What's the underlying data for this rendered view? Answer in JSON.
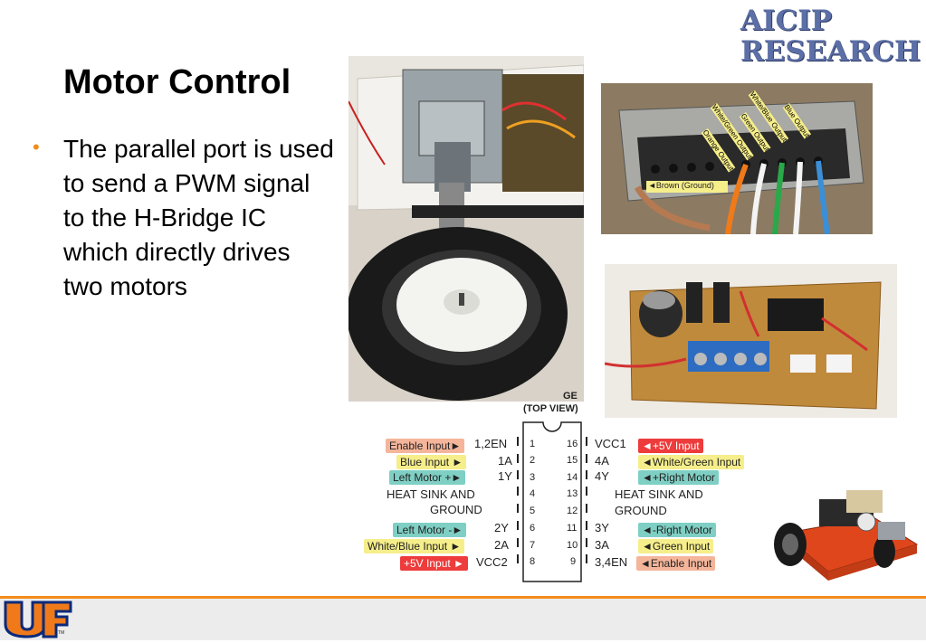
{
  "logo": {
    "line1": "AICIP",
    "line2": "RESEARCH"
  },
  "slide": {
    "title": "Motor Control",
    "bullet": "The parallel port is used to send a PWM signal to the H-Bridge IC which directly drives two motors"
  },
  "connector_labels": {
    "brown": "◄Brown (Ground)",
    "orange": "Orange Output",
    "white_green": "White/Green Output",
    "green": "Green Output",
    "white_blue": "White/Blue Output",
    "blue": "Blue Output"
  },
  "pinout": {
    "header_fragment": "GE",
    "top_view": "(TOP VIEW)",
    "left_pins": [
      {
        "label": "Enable Input►",
        "pin_name": "1,2EN",
        "num": "1",
        "color": "#f4b59a"
      },
      {
        "label": "Blue Input ►",
        "pin_name": "1A",
        "num": "2",
        "color": "#f6ee8a"
      },
      {
        "label": "Left Motor +►",
        "pin_name": "1Y",
        "num": "3",
        "color": "#7fcfc4"
      },
      {
        "label": "",
        "pin_name": "HEAT SINK AND",
        "num": "4",
        "color": ""
      },
      {
        "label": "",
        "pin_name": "GROUND",
        "num": "5",
        "color": ""
      },
      {
        "label": "Left Motor -►",
        "pin_name": "2Y",
        "num": "6",
        "color": "#7fcfc4"
      },
      {
        "label": "White/Blue Input ►",
        "pin_name": "2A",
        "num": "7",
        "color": "#f6ee8a"
      },
      {
        "label": "+5V Input ►",
        "pin_name": "VCC2",
        "num": "8",
        "color": "#ee3b3b"
      }
    ],
    "right_pins": [
      {
        "label": "◄+5V Input",
        "pin_name": "VCC1",
        "num": "16",
        "color": "#ee3b3b"
      },
      {
        "label": "◄White/Green Input",
        "pin_name": "4A",
        "num": "15",
        "color": "#f6ee8a"
      },
      {
        "label": "◄+Right Motor",
        "pin_name": "4Y",
        "num": "14",
        "color": "#7fcfc4"
      },
      {
        "label": "",
        "pin_name": "HEAT SINK AND",
        "num": "13",
        "color": ""
      },
      {
        "label": "",
        "pin_name": "GROUND",
        "num": "12",
        "color": ""
      },
      {
        "label": "◄-Right Motor",
        "pin_name": "3Y",
        "num": "11",
        "color": "#7fcfc4"
      },
      {
        "label": "◄Green Input",
        "pin_name": "3A",
        "num": "10",
        "color": "#f6ee8a"
      },
      {
        "label": "◄Enable Input",
        "pin_name": "3,4EN",
        "num": "9",
        "color": "#f4b59a"
      }
    ]
  },
  "footer": {
    "tm": "TM"
  },
  "colors": {
    "accent": "#f28c1a",
    "logo": "#5c6fa6",
    "footer_bg": "#ececec"
  }
}
